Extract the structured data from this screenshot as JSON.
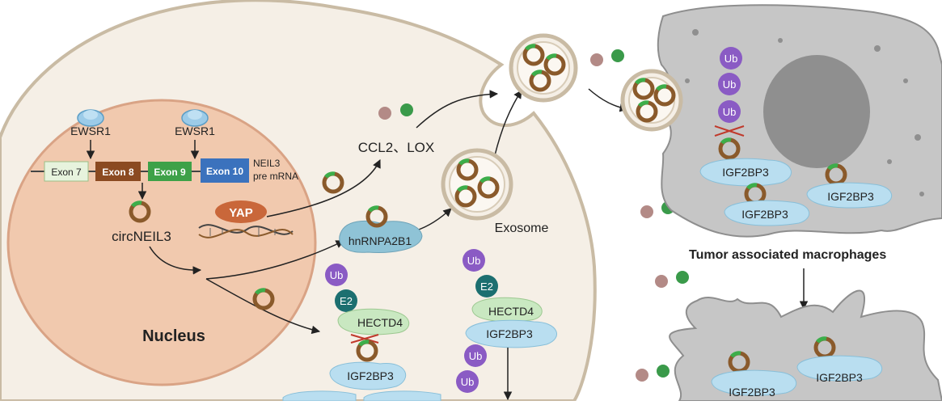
{
  "labels": {
    "nucleus": "Nucleus",
    "ewsr1_a": "EWSR1",
    "ewsr1_b": "EWSR1",
    "exon7": "Exon 7",
    "exon8": "Exon 8",
    "exon9": "Exon 9",
    "exon10": "Exon 10",
    "neil3_line1": "NEIL3",
    "neil3_line2": "pre mRNA",
    "circneil3": "circNEIL3",
    "yap": "YAP",
    "ccl2_lox": "CCL2、LOX",
    "hnrnpa2b1": "hnRNPA2B1",
    "exosome": "Exosome",
    "tam": "Tumor associated macrophages",
    "ub": "Ub",
    "e2": "E2",
    "hectd4": "HECTD4",
    "igf2bp3": "IGF2BP3"
  },
  "colors": {
    "cell_fill": "#f5efe6",
    "cell_stroke": "#c9bba4",
    "nucleus_fill": "#f1c9ae",
    "nucleus_stroke": "#d9a385",
    "circ_brown": "#8a5a2b",
    "circ_green": "#3cae4a",
    "ub_purple": "#8a5bc4",
    "e2_teal": "#1c6f70",
    "hectd4_green": "#c9e8c1",
    "igf_blue": "#b9def0",
    "macrophage_gray": "#c6c6c6",
    "exon7": "#e7f3dd",
    "exon8": "#8b4a21",
    "exon9": "#3ea148",
    "exon10": "#3b72bd",
    "yap": "#c9673a"
  }
}
